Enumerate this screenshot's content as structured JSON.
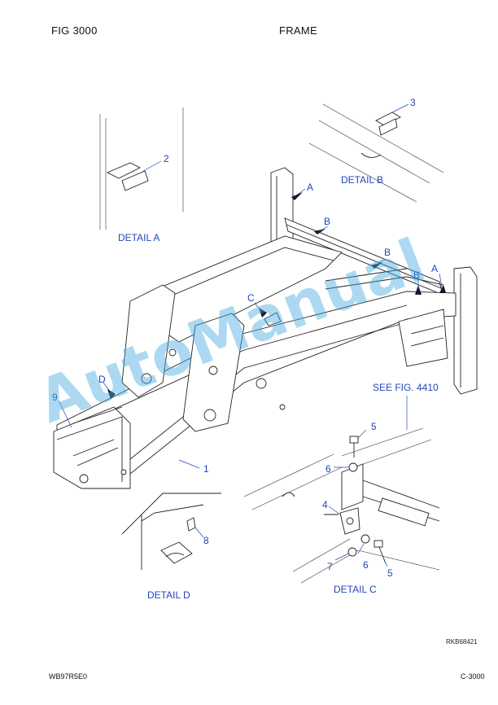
{
  "header": {
    "fig_label": "FIG   3000",
    "title": "FRAME"
  },
  "details": {
    "a": "DETAIL A",
    "b": "DETAIL B",
    "c": "DETAIL C",
    "d": "DETAIL D",
    "see_fig": "SEE FIG. 4410"
  },
  "callouts": {
    "n1": "1",
    "n2": "2",
    "n3": "3",
    "n4": "4",
    "n5a": "5",
    "n5b": "5",
    "n6a": "6",
    "n6b": "6",
    "n7": "7",
    "n8": "8",
    "n9": "9"
  },
  "view_markers": {
    "a1": "A",
    "a2": "A",
    "b1": "B",
    "b2": "B",
    "b3": "B",
    "c": "C",
    "d": "D"
  },
  "watermark": "AutoManual",
  "footer": {
    "doc_code": "WB97R5E0",
    "page": "C-3000",
    "ref": "RKB68421"
  }
}
